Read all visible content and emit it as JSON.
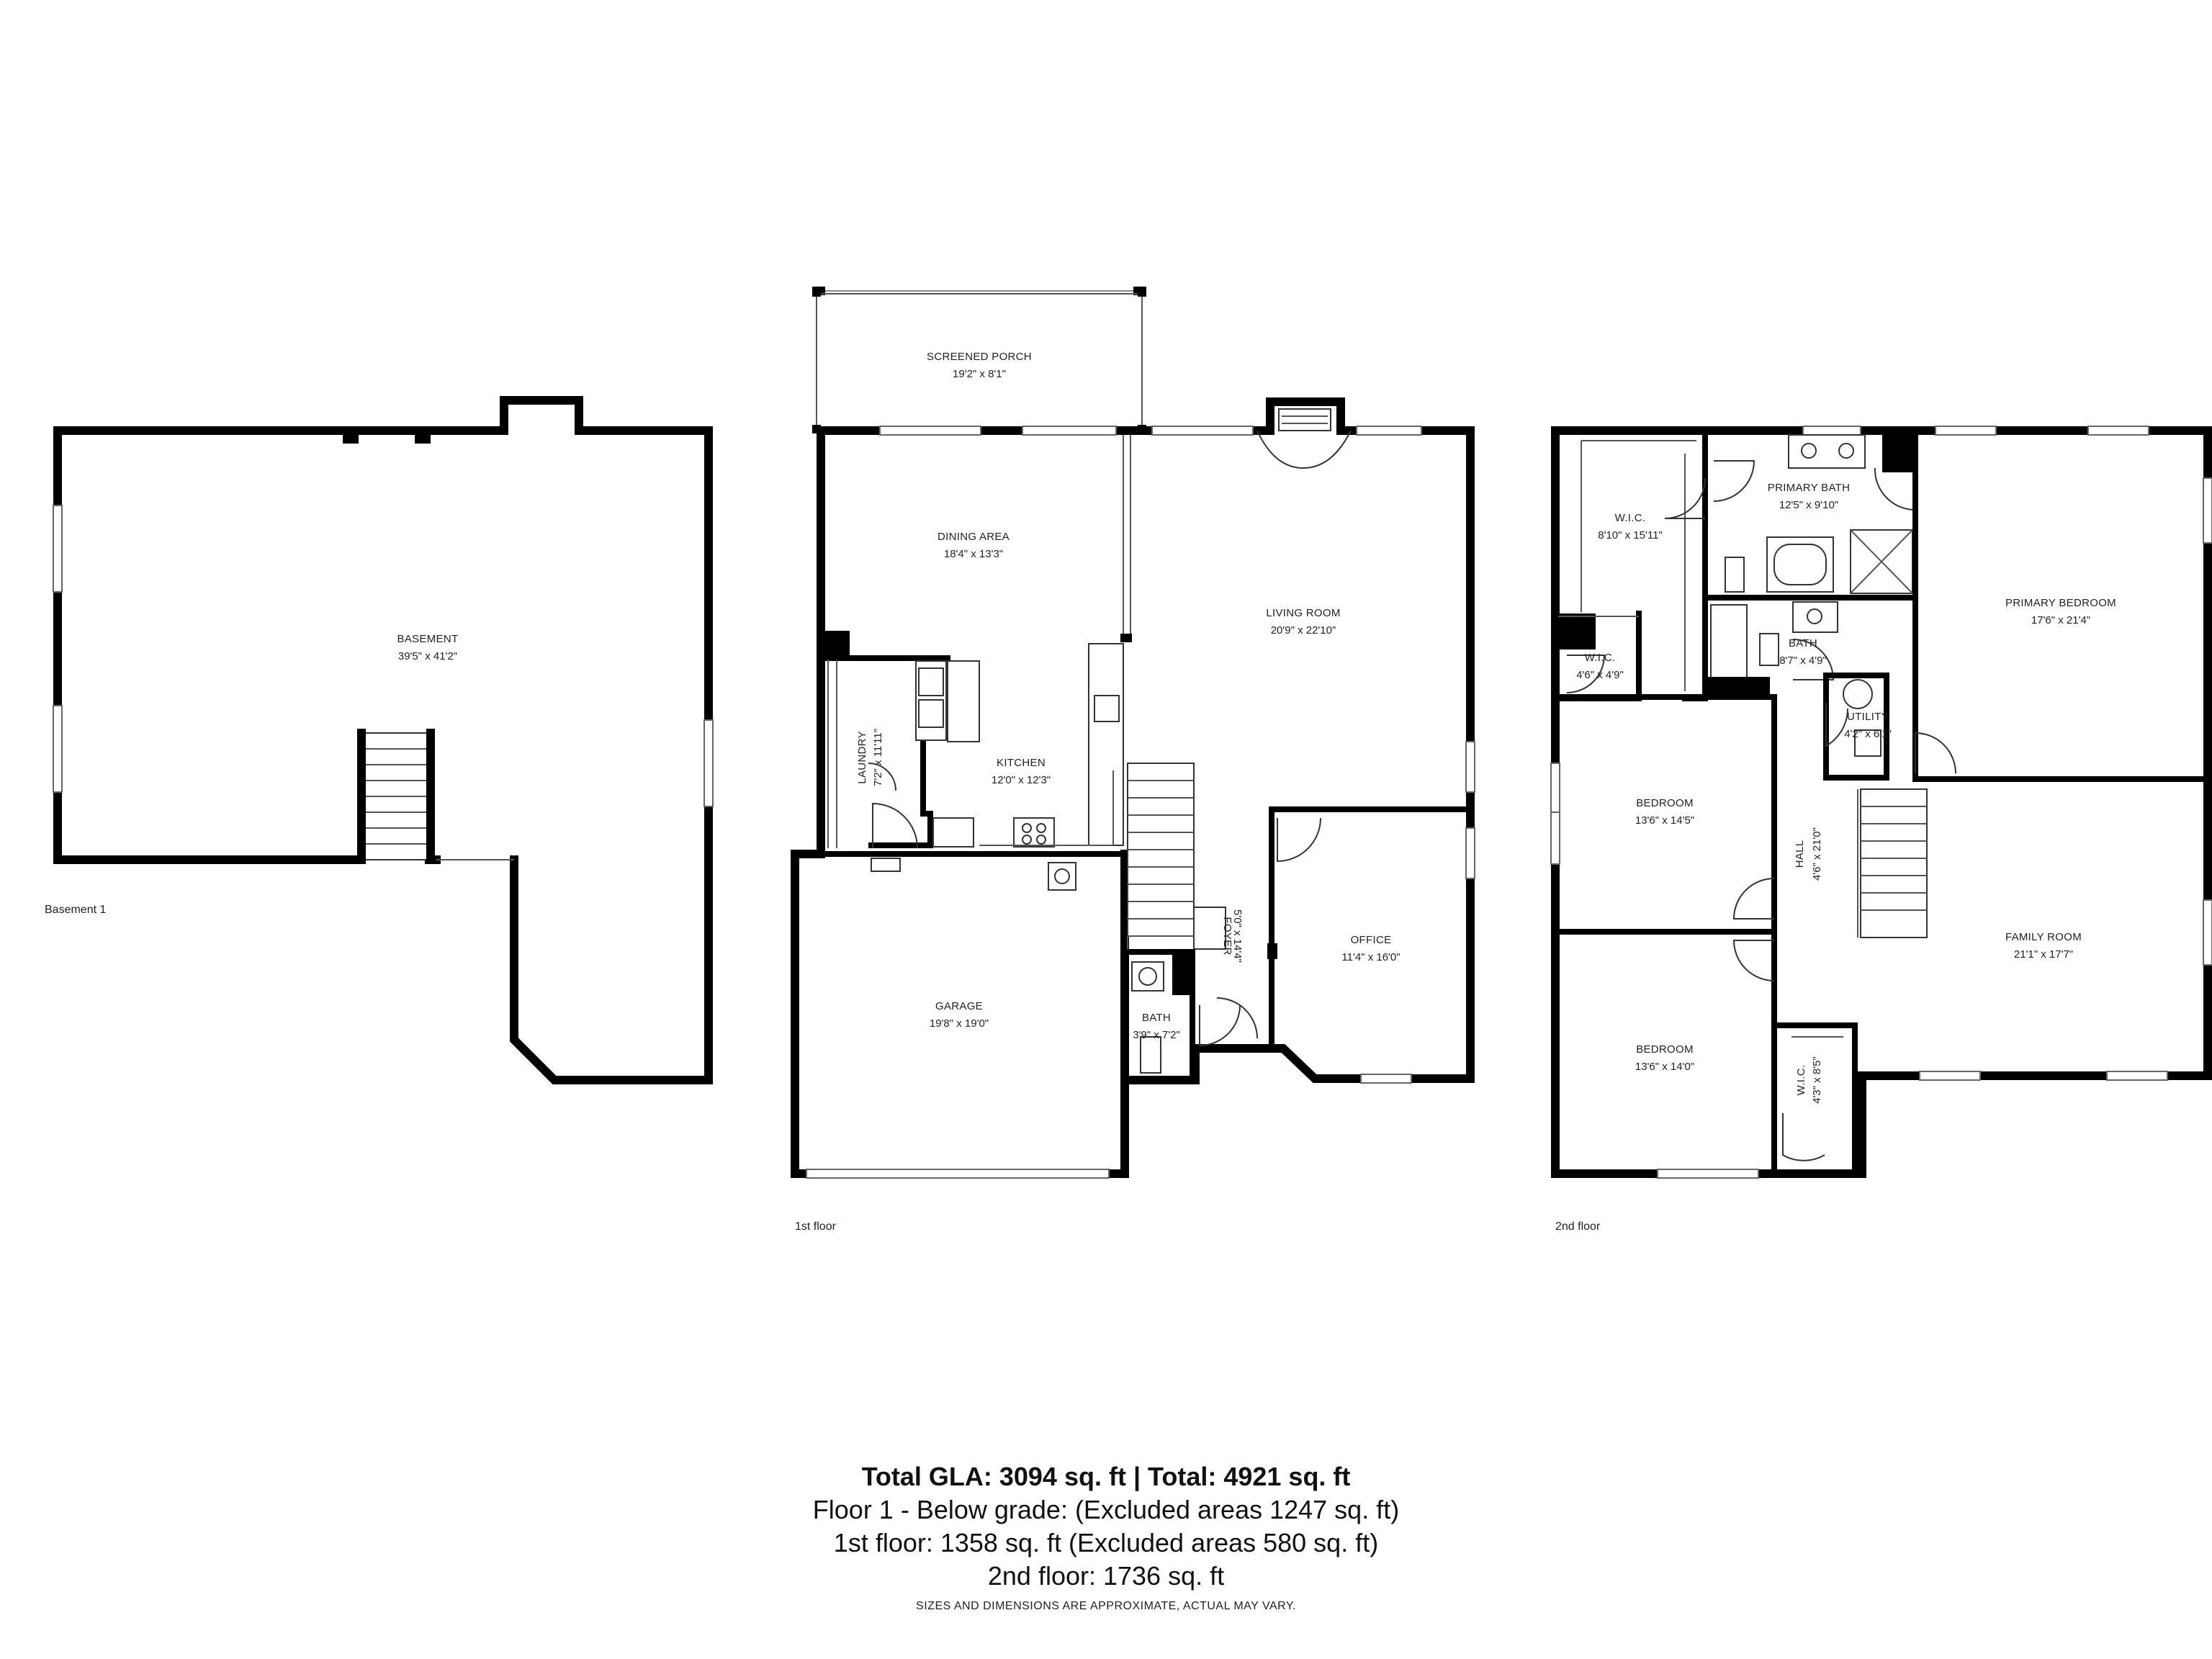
{
  "floors": {
    "basement": {
      "label": "Basement 1",
      "rooms": [
        {
          "name": "BASEMENT",
          "dims": "39'5\" x 41'2\""
        }
      ]
    },
    "first": {
      "label": "1st floor",
      "rooms": [
        {
          "name": "SCREENED PORCH",
          "dims": "19'2\" x 8'1\""
        },
        {
          "name": "DINING AREA",
          "dims": "18'4\" x 13'3\""
        },
        {
          "name": "LIVING ROOM",
          "dims": "20'9\" x 22'10\""
        },
        {
          "name": "KITCHEN",
          "dims": "12'0\" x 12'3\""
        },
        {
          "name": "LAUNDRY",
          "dims": "7'2\" x 11'11\""
        },
        {
          "name": "GARAGE",
          "dims": "19'8\" x 19'0\""
        },
        {
          "name": "FOYER",
          "dims": "5'0\" x 14'4\""
        },
        {
          "name": "OFFICE",
          "dims": "11'4\" x 16'0\""
        },
        {
          "name": "BATH",
          "dims": "3'9\" x 7'2\""
        }
      ]
    },
    "second": {
      "label": "2nd floor",
      "rooms": [
        {
          "name": "W.I.C.",
          "dims": "8'10\" x 15'11\""
        },
        {
          "name": "PRIMARY BATH",
          "dims": "12'5\" x 9'10\""
        },
        {
          "name": "PRIMARY BEDROOM",
          "dims": "17'6\" x 21'4\""
        },
        {
          "name": "W.I.C.",
          "dims": "4'6\" x 4'9\""
        },
        {
          "name": "BATH",
          "dims": "8'7\" x 4'9\""
        },
        {
          "name": "UTILITY",
          "dims": "4'2\" x 6'1\""
        },
        {
          "name": "BEDROOM",
          "dims": "13'6\" x 14'5\""
        },
        {
          "name": "HALL",
          "dims": "4'6\" x 21'0\""
        },
        {
          "name": "FAMILY ROOM",
          "dims": "21'1\" x 17'7\""
        },
        {
          "name": "BEDROOM",
          "dims": "13'6\" x 14'0\""
        },
        {
          "name": "W.I.C.",
          "dims": "4'3\" x 8'5\""
        }
      ]
    }
  },
  "summary": {
    "total_line": "Total GLA: 3094 sq. ft | Total: 4921 sq. ft",
    "below_grade": "Floor 1 - Below grade: (Excluded areas 1247 sq. ft)",
    "first_floor": "1st floor: 1358 sq. ft (Excluded areas 580 sq. ft)",
    "second_floor": "2nd floor: 1736 sq. ft"
  },
  "disclaimer": "SIZES AND DIMENSIONS ARE APPROXIMATE, ACTUAL MAY VARY."
}
